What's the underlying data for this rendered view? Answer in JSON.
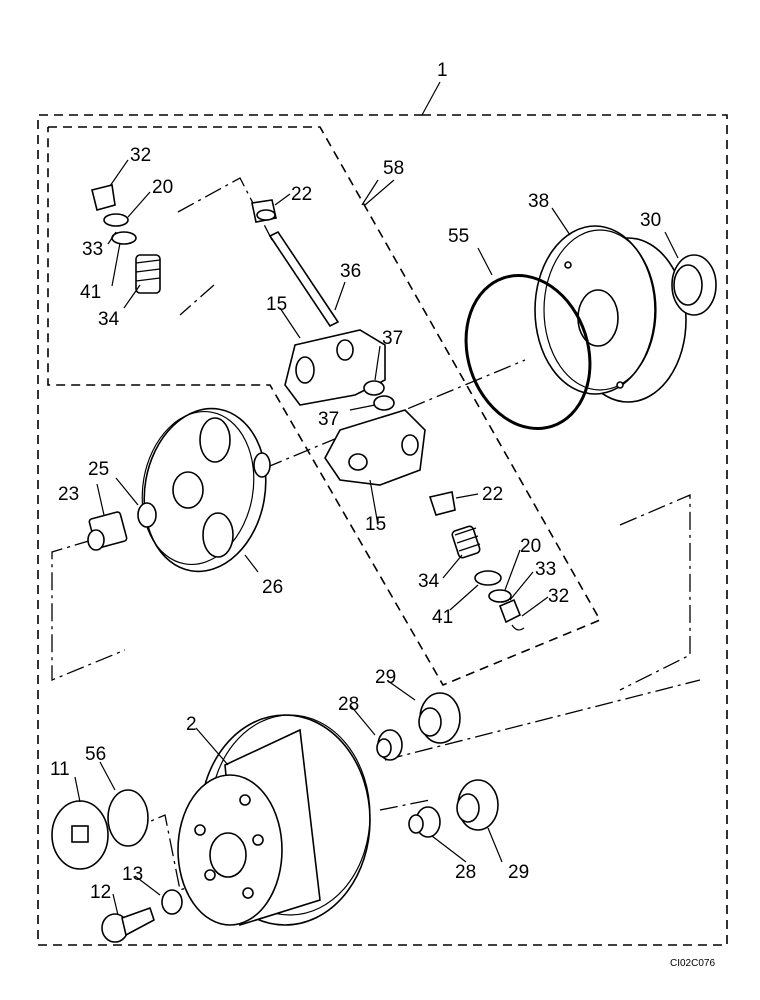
{
  "callouts": {
    "c1": "1",
    "c2": "2",
    "c11": "11",
    "c12": "12",
    "c13": "13",
    "c15a": "15",
    "c15b": "15",
    "c20a": "20",
    "c20b": "20",
    "c22a": "22",
    "c22b": "22",
    "c23": "23",
    "c25": "25",
    "c26": "26",
    "c28a": "28",
    "c28b": "28",
    "c29a": "29",
    "c29b": "29",
    "c30": "30",
    "c32a": "32",
    "c32b": "32",
    "c33a": "33",
    "c33b": "33",
    "c34a": "34",
    "c34b": "34",
    "c36": "36",
    "c37a": "37",
    "c37b": "37",
    "c38": "38",
    "c41a": "41",
    "c41b": "41",
    "c55": "55",
    "c56": "56",
    "c58": "58"
  },
  "drawing_code": "CI02C076"
}
